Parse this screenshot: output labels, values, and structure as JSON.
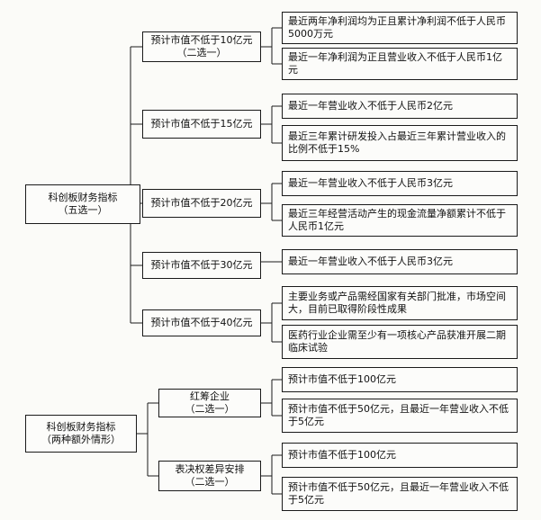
{
  "tree1": {
    "root": {
      "title": "科创板财务指标",
      "subtitle": "（五选一）"
    },
    "branches": [
      {
        "title": "预计市值不低于10亿元",
        "subtitle": "（二选一）",
        "leaves": [
          "最近两年净利润均为正且累计净利润不低于人民币5000万元",
          "最近一年净利润为正且营业收入不低于人民币1亿元"
        ]
      },
      {
        "title": "预计市值不低于15亿元",
        "subtitle": "",
        "leaves": [
          "最近一年营业收入不低于人民币2亿元",
          "最近三年累计研发投入占最近三年累计营业收入的比例不低于15%"
        ]
      },
      {
        "title": "预计市值不低于20亿元",
        "subtitle": "",
        "leaves": [
          "最近一年营业收入不低于人民币3亿元",
          "最近三年经营活动产生的现金流量净额累计不低于人民币1亿元"
        ]
      },
      {
        "title": "预计市值不低于30亿元",
        "subtitle": "",
        "leaves": [
          "最近一年营业收入不低于人民币3亿元"
        ]
      },
      {
        "title": "预计市值不低于40亿元",
        "subtitle": "",
        "leaves": [
          "主要业务或产品需经国家有关部门批准，市场空间大，目前已取得阶段性成果",
          "医药行业企业需至少有一项核心产品获准开展二期临床试验"
        ]
      }
    ]
  },
  "tree2": {
    "root": {
      "title": "科创板财务指标",
      "subtitle": "（两种额外情形）"
    },
    "branches": [
      {
        "title": "红筹企业",
        "subtitle": "（二选一）",
        "leaves": [
          "预计市值不低于100亿元",
          "预计市值不低于50亿元，且最近一年营业收入不低于5亿元"
        ]
      },
      {
        "title": "表决权差异安排",
        "subtitle": "（二选一）",
        "leaves": [
          "预计市值不低于100亿元",
          "预计市值不低于50亿元，且最近一年营业收入不低于5亿元"
        ]
      }
    ]
  }
}
